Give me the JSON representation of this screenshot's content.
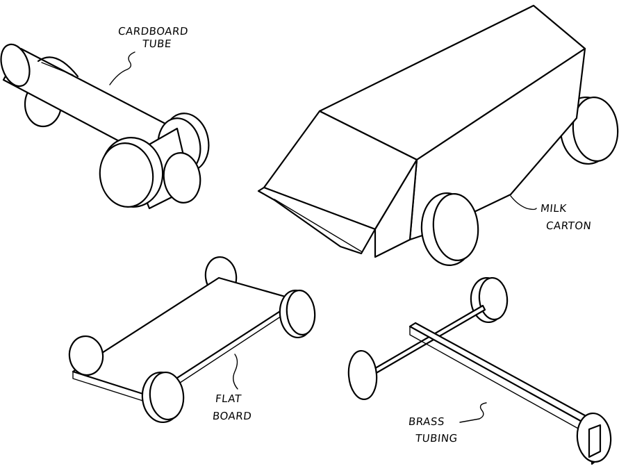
{
  "labels": {
    "cardboard_tube": [
      "CARDBOARD",
      "TUBE"
    ],
    "milk_carton": [
      "MILK",
      "CARTON"
    ],
    "flat_board": [
      "FLAT",
      "BOARD"
    ],
    "brass_tubing": [
      "BRASS",
      "TUBING"
    ]
  },
  "colors": {
    "ink": "#000000",
    "paper": "#ffffff"
  }
}
